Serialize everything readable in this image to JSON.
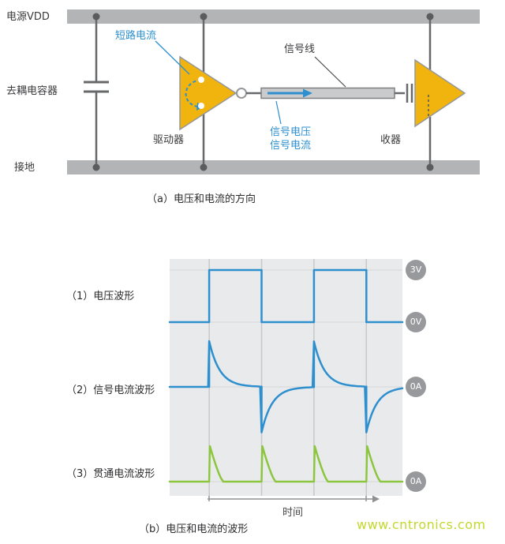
{
  "page": {
    "watermark": "www.cntronics.com"
  },
  "colors": {
    "blue": "#2e8fce",
    "green": "#8cc63e",
    "yellow": "#f1b30e",
    "rail_gray": "#b2b4b6",
    "panel_gray": "#e9eaec",
    "badge_gray": "#97999c",
    "watermark_green": "#c3d82f"
  },
  "diagram": {
    "labels": {
      "vdd": "电源VDD",
      "ground": "接地",
      "decoupling_cap": "去耦电容器",
      "short_circuit_current": "短路电流",
      "driver": "驱动器",
      "signal_line": "信号线",
      "signal_voltage": "信号电压",
      "signal_current": "信号电流",
      "receiver": "收器"
    },
    "caption": "（a）电压和电流的方向"
  },
  "waveforms": {
    "row_labels": [
      "（1）电压波形",
      "（2）信号电流波形",
      "（3）贯通电流波形"
    ],
    "right_badges": [
      "3V",
      "0V",
      "0A",
      "0A"
    ],
    "x_axis_label": "时间",
    "caption": "（b）电压和电流的波形"
  },
  "chart_data": {
    "type": "line",
    "title": "（b）电压和电流的波形",
    "x_axis_label": "时间",
    "x_range": [
      0,
      100
    ],
    "grid": true,
    "gridlines_x": [
      17,
      39.5,
      62,
      84.5
    ],
    "legend_position": "left-row-labels",
    "series": [
      {
        "name": "（1）电压波形",
        "kind": "square",
        "unit": "V",
        "low": 0,
        "high": 3,
        "low_label": "0V",
        "high_label": "3V",
        "initial": "low",
        "edges": [
          17,
          39.5,
          62,
          84.5
        ]
      },
      {
        "name": "（2）信号电流波形",
        "kind": "exponential-spikes",
        "unit": "A",
        "baseline": 0,
        "zero_label": "0A",
        "tau": 4.5,
        "spikes": [
          {
            "t": 17,
            "polarity": 1
          },
          {
            "t": 39.5,
            "polarity": -1
          },
          {
            "t": 62,
            "polarity": 1
          },
          {
            "t": 84.5,
            "polarity": -1
          }
        ]
      },
      {
        "name": "（3）贯通电流波形",
        "kind": "decay-spikes",
        "unit": "A",
        "baseline": 0,
        "zero_label": "0A",
        "decay_width": 6,
        "spike_times": [
          17,
          39.5,
          62,
          84.5
        ]
      }
    ]
  }
}
